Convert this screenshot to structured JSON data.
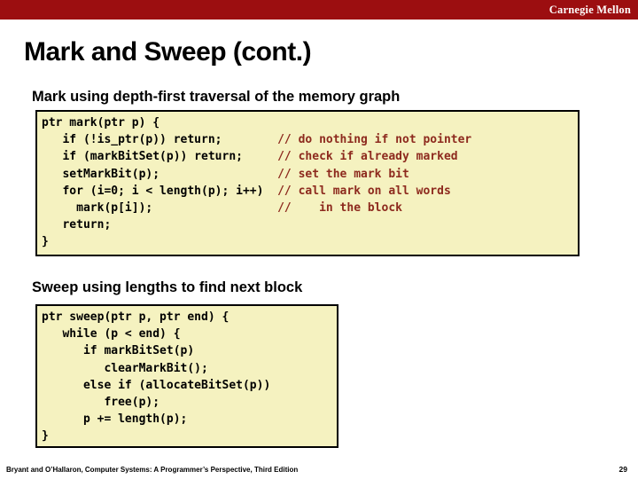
{
  "brand": {
    "wordmark": "Carnegie Mellon"
  },
  "slide": {
    "title": "Mark and Sweep (cont.)",
    "footer_citation": "Bryant and O’Hallaron, Computer Systems: A Programmer’s Perspective, Third Edition",
    "page_number": "29"
  },
  "sections": {
    "mark_heading": "Mark using depth-first traversal of the memory graph",
    "sweep_heading": "Sweep using lengths to find next block"
  },
  "colors": {
    "topbar_red": "#9C0E10",
    "code_background": "#F5F2C0",
    "code_comment": "#8D2A1E",
    "code_border": "#000000"
  },
  "code_blocks": [
    {
      "name": "mark-function",
      "lines": [
        {
          "code": "ptr mark(ptr p) {",
          "comment": ""
        },
        {
          "code": "   if (!is_ptr(p)) return;        ",
          "comment": "// do nothing if not pointer"
        },
        {
          "code": "   if (markBitSet(p)) return;     ",
          "comment": "// check if already marked"
        },
        {
          "code": "   setMarkBit(p);                 ",
          "comment": "// set the mark bit"
        },
        {
          "code": "   for (i=0; i < length(p); i++)  ",
          "comment": "// call mark on all words"
        },
        {
          "code": "     mark(p[i]);                  ",
          "comment": "//    in the block"
        },
        {
          "code": "   return;",
          "comment": ""
        },
        {
          "code": "}",
          "comment": ""
        }
      ]
    },
    {
      "name": "sweep-function",
      "lines": [
        {
          "code": "ptr sweep(ptr p, ptr end) {",
          "comment": ""
        },
        {
          "code": "   while (p < end) {",
          "comment": ""
        },
        {
          "code": "      if markBitSet(p)",
          "comment": ""
        },
        {
          "code": "         clearMarkBit();",
          "comment": ""
        },
        {
          "code": "      else if (allocateBitSet(p))",
          "comment": ""
        },
        {
          "code": "         free(p);",
          "comment": ""
        },
        {
          "code": "      p += length(p);",
          "comment": ""
        },
        {
          "code": "}",
          "comment": ""
        }
      ]
    }
  ]
}
